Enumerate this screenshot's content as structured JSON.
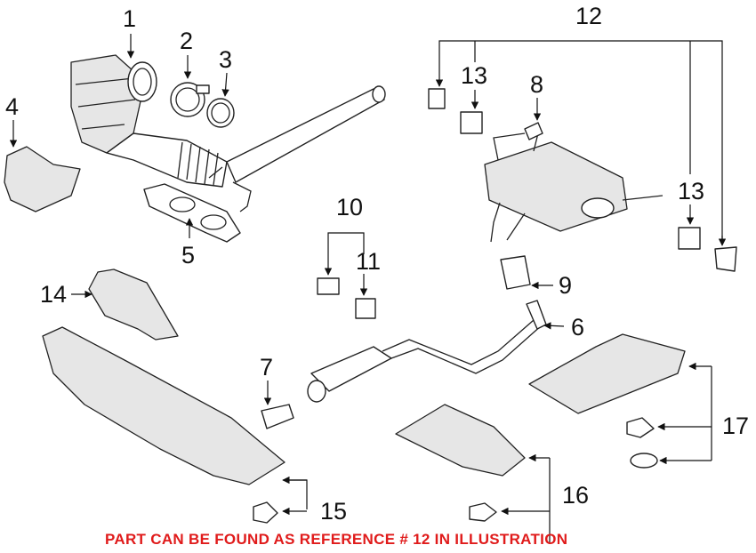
{
  "callouts": [
    "1",
    "2",
    "3",
    "4",
    "5",
    "6",
    "7",
    "8",
    "9",
    "10",
    "11",
    "12",
    "13",
    "13",
    "14",
    "15",
    "16",
    "17"
  ],
  "note": "PART CAN BE FOUND AS REFERENCE # 12 IN ILLUSTRATION",
  "colors": {
    "note": "#e01b1b",
    "line": "#222222"
  }
}
